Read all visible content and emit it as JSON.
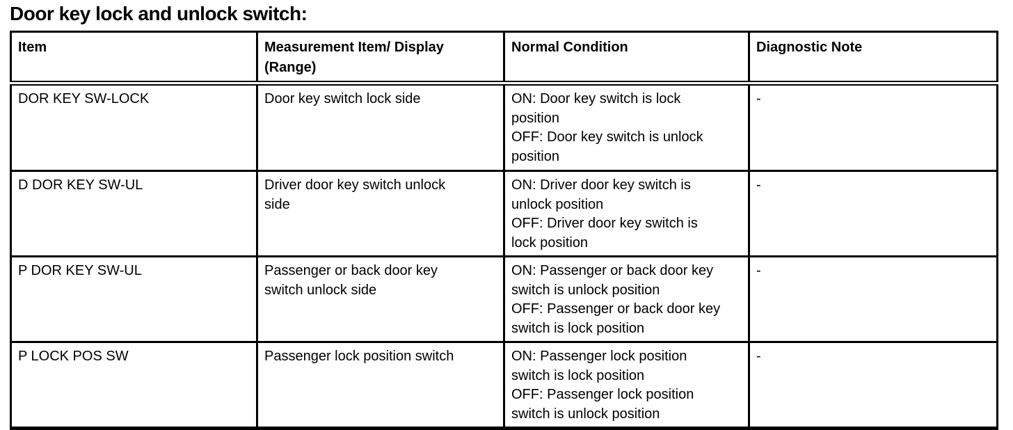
{
  "title": "Door key lock and unlock switch:",
  "table": {
    "headers": [
      "Item",
      "Measurement Item/ Display\n(Range)",
      "Normal Condition",
      "Diagnostic Note"
    ],
    "rows": [
      {
        "item": "DOR KEY SW-LOCK",
        "measurement": "Door key switch lock side",
        "normal_condition": "ON: Door key switch is lock\nposition\nOFF: Door key switch is unlock\nposition",
        "diagnostic_note": "-"
      },
      {
        "item": "D DOR KEY SW-UL",
        "measurement": "Driver door key switch unlock\nside",
        "normal_condition": "ON: Driver door key switch is\nunlock position\nOFF: Driver door key switch is\nlock position",
        "diagnostic_note": "-"
      },
      {
        "item": "P DOR KEY SW-UL",
        "measurement": "Passenger or back door key\nswitch unlock side",
        "normal_condition": "ON: Passenger or back door key\nswitch is unlock position\nOFF: Passenger or back door key\nswitch is lock position",
        "diagnostic_note": "-"
      },
      {
        "item": "P LOCK POS SW",
        "measurement": "Passenger lock position switch",
        "normal_condition": "ON: Passenger lock position\nswitch is lock position\nOFF: Passenger lock position\nswitch is unlock position",
        "diagnostic_note": "-"
      }
    ]
  }
}
